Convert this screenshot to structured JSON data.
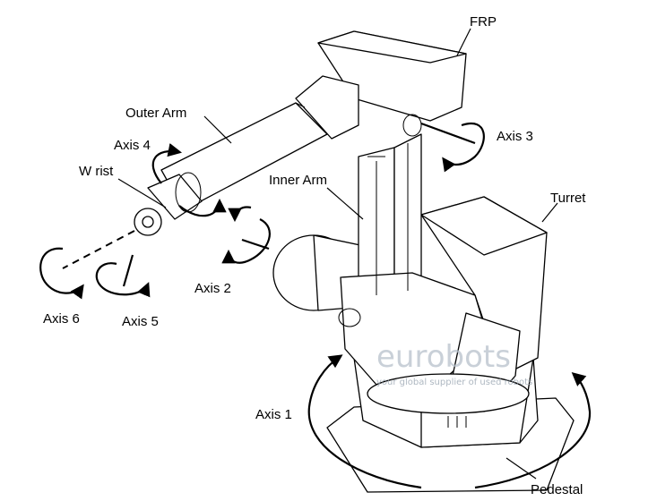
{
  "labels": {
    "frp": "FRP",
    "outer_arm": "Outer Arm",
    "axis3": "Axis 3",
    "axis4": "Axis 4",
    "wrist": "W rist",
    "inner_arm": "Inner Arm",
    "turret": "Turret",
    "axis2": "Axis 2",
    "axis6": "Axis 6",
    "axis5": "Axis 5",
    "axis1": "Axis 1",
    "pedestal": "Pedestal"
  },
  "watermark": {
    "brand": "eurobots",
    "tagline": "your global supplier of used robots"
  }
}
